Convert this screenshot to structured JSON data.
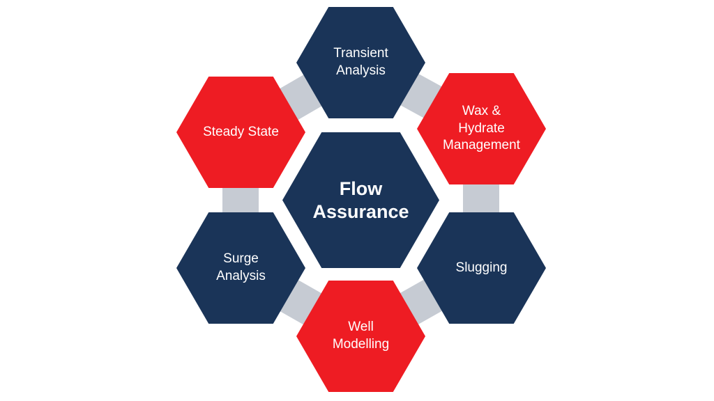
{
  "title": "Flow Assurance hexagon diagram",
  "colors": {
    "navy": "#1a3458",
    "red": "#ee1c23",
    "connector": "#c6cbd3",
    "text": "#ffffff",
    "background": "#ffffff"
  },
  "center_node": {
    "id": "flow-assurance",
    "label": "Flow\nAssurance",
    "color": "navy"
  },
  "nodes": [
    {
      "id": "transient-analysis",
      "label": "Transient\nAnalysis",
      "color": "navy"
    },
    {
      "id": "steady-state",
      "label": "Steady State",
      "color": "red"
    },
    {
      "id": "wax-hydrate-management",
      "label": "Wax &\nHydrate\nManagement",
      "color": "red"
    },
    {
      "id": "surge-analysis",
      "label": "Surge\nAnalysis",
      "color": "navy"
    },
    {
      "id": "slugging",
      "label": "Slugging",
      "color": "navy"
    },
    {
      "id": "well-modelling",
      "label": "Well\nModelling",
      "color": "red"
    }
  ]
}
